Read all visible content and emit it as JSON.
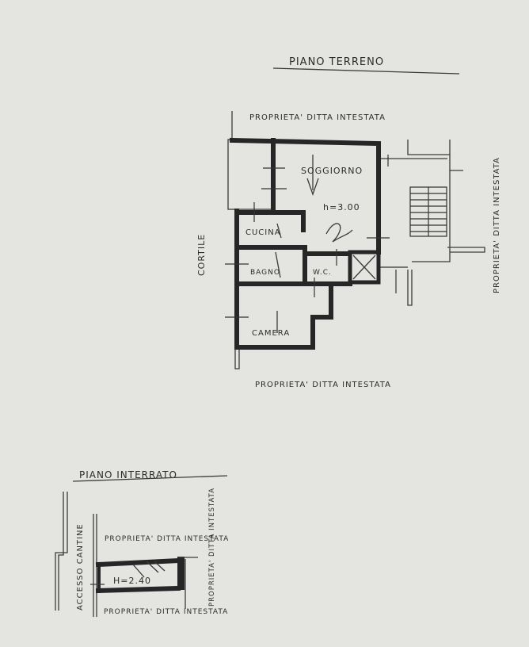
{
  "ground_floor": {
    "title": "PIANO TERRENO",
    "property_top": "PROPRIETA' DITTA INTESTATA",
    "property_right": "PROPRIETA' DITTA INTESTATA",
    "property_bottom": "PROPRIETA' DITTA INTESTATA",
    "courtyard": "CORTILE",
    "rooms": {
      "living": "SOGGIORNO",
      "height": "h=3.00",
      "kitchen": "CUCINA",
      "bathroom": "BAGNO",
      "wc": "W.C.",
      "bedroom": "CAMERA"
    }
  },
  "basement": {
    "title": "PIANO INTERRATO",
    "access": "ACCESSO CANTINE",
    "property_top": "PROPRIETA' DITTA INTESTATA",
    "property_right": "PROPRIETA' DITTA INTESTATA",
    "property_bottom": "PROPRIETA' DITTA INTESTATA",
    "height": "H=2.40"
  }
}
